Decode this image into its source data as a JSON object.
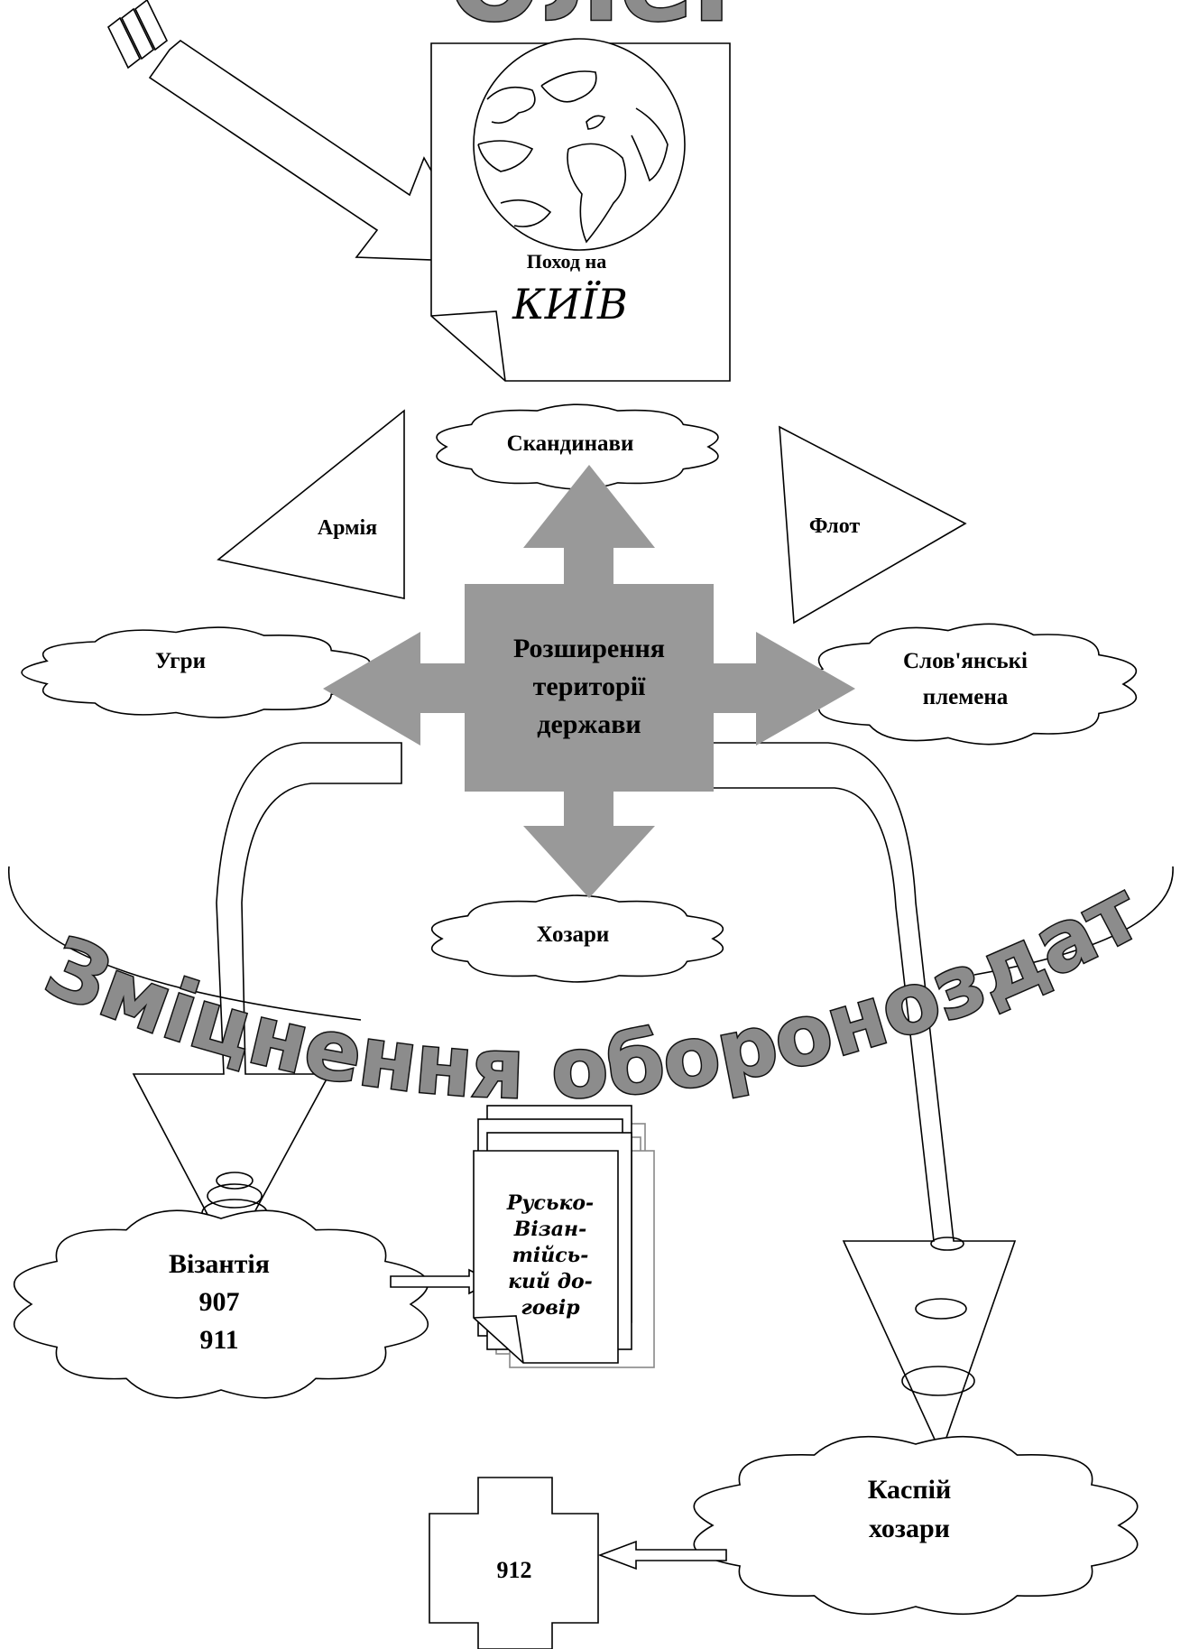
{
  "top_title": "Олег",
  "kyiv_card": {
    "line1": "Поход на",
    "line2": "КИЇВ"
  },
  "clouds": {
    "scandinavians": "Скандинави",
    "ugry": "Угри",
    "slavs_line1": "Слов'янські",
    "slavs_line2": "племена",
    "khazars": "Хозари",
    "byzantium_line1": "Візантія",
    "byzantium_line2": "907",
    "byzantium_line3": "911",
    "caspian_line1": "Каспій",
    "caspian_line2": "хозари"
  },
  "triangles": {
    "army": "Армія",
    "fleet": "Флот"
  },
  "center": {
    "line1": "Розширення",
    "line2": "території",
    "line3": "держави"
  },
  "arc_title": "Зміцнення обороноздатності",
  "treaty": {
    "line1": "Русько-",
    "line2": "Візан-",
    "line3": "тійсь-",
    "line4": "кий до-",
    "line5": "говір"
  },
  "cross_year": "912",
  "colors": {
    "center_fill": "#999999",
    "title_fill": "#8c8c8c"
  }
}
